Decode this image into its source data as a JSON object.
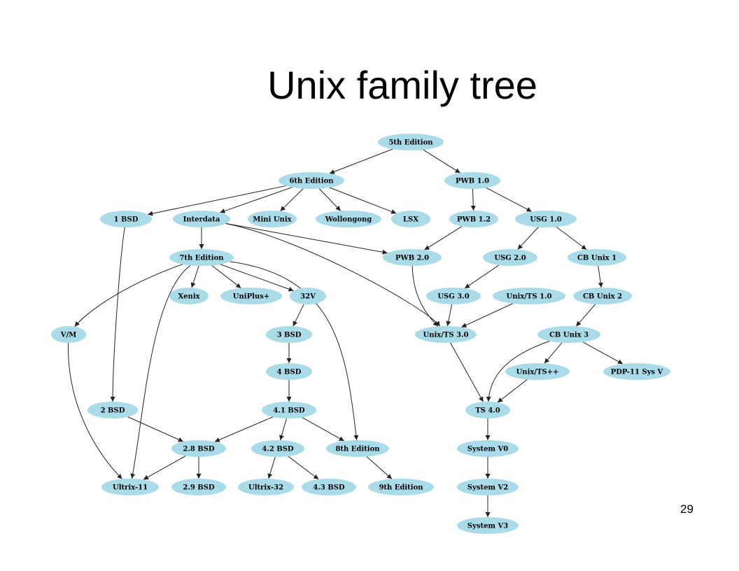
{
  "slide": {
    "title": "Unix family tree",
    "page_number": "29"
  },
  "colors": {
    "node_fill": "#a9dbe8",
    "edge": "#222222"
  },
  "nodes": [
    {
      "id": "ed5",
      "label": "5th Edition"
    },
    {
      "id": "ed6",
      "label": "6th Edition"
    },
    {
      "id": "pwb10",
      "label": "PWB 1.0"
    },
    {
      "id": "bsd1",
      "label": "1 BSD"
    },
    {
      "id": "interdata",
      "label": "Interdata"
    },
    {
      "id": "miniunix",
      "label": "Mini Unix"
    },
    {
      "id": "wollongong",
      "label": "Wollongong"
    },
    {
      "id": "lsx",
      "label": "LSX"
    },
    {
      "id": "pwb12",
      "label": "PWB 1.2"
    },
    {
      "id": "usg10",
      "label": "USG 1.0"
    },
    {
      "id": "ed7",
      "label": "7th Edition"
    },
    {
      "id": "pwb20",
      "label": "PWB 2.0"
    },
    {
      "id": "usg20",
      "label": "USG 2.0"
    },
    {
      "id": "cbunix1",
      "label": "CB Unix 1"
    },
    {
      "id": "xenix",
      "label": "Xenix"
    },
    {
      "id": "uniplus",
      "label": "UniPlus+"
    },
    {
      "id": "v32",
      "label": "32V"
    },
    {
      "id": "usg30",
      "label": "USG 3.0"
    },
    {
      "id": "unixts10",
      "label": "Unix/TS 1.0"
    },
    {
      "id": "cbunix2",
      "label": "CB Unix 2"
    },
    {
      "id": "vm",
      "label": "V/M"
    },
    {
      "id": "bsd3",
      "label": "3 BSD"
    },
    {
      "id": "unixts30",
      "label": "Unix/TS 3.0"
    },
    {
      "id": "cbunix3",
      "label": "CB Unix 3"
    },
    {
      "id": "bsd4",
      "label": "4 BSD"
    },
    {
      "id": "unixtspp",
      "label": "Unix/TS++"
    },
    {
      "id": "pdp11",
      "label": "PDP-11 Sys V"
    },
    {
      "id": "bsd2",
      "label": "2 BSD"
    },
    {
      "id": "bsd41",
      "label": "4.1 BSD"
    },
    {
      "id": "ts40",
      "label": "TS 4.0"
    },
    {
      "id": "bsd28",
      "label": "2.8 BSD"
    },
    {
      "id": "bsd42",
      "label": "4.2 BSD"
    },
    {
      "id": "ed8",
      "label": "8th Edition"
    },
    {
      "id": "sysv0",
      "label": "System V0"
    },
    {
      "id": "ultrix11",
      "label": "Ultrix-11"
    },
    {
      "id": "bsd29",
      "label": "2.9 BSD"
    },
    {
      "id": "ultrix32",
      "label": "Ultrix-32"
    },
    {
      "id": "bsd43",
      "label": "4.3 BSD"
    },
    {
      "id": "ed9",
      "label": "9th Edition"
    },
    {
      "id": "sysv2",
      "label": "System V2"
    },
    {
      "id": "sysv3",
      "label": "System V3"
    }
  ],
  "edges": [
    [
      "ed5",
      "ed6"
    ],
    [
      "ed5",
      "pwb10"
    ],
    [
      "ed6",
      "bsd1"
    ],
    [
      "ed6",
      "interdata"
    ],
    [
      "ed6",
      "miniunix"
    ],
    [
      "ed6",
      "wollongong"
    ],
    [
      "ed6",
      "lsx"
    ],
    [
      "pwb10",
      "pwb12"
    ],
    [
      "pwb10",
      "usg10"
    ],
    [
      "interdata",
      "ed7"
    ],
    [
      "interdata",
      "pwb20"
    ],
    [
      "interdata",
      "unixts30"
    ],
    [
      "pwb12",
      "pwb20"
    ],
    [
      "usg10",
      "usg20"
    ],
    [
      "usg10",
      "cbunix1"
    ],
    [
      "ed7",
      "xenix"
    ],
    [
      "ed7",
      "uniplus"
    ],
    [
      "ed7",
      "v32"
    ],
    [
      "ed7",
      "vm"
    ],
    [
      "ed7",
      "ultrix11"
    ],
    [
      "ed7",
      "ed8"
    ],
    [
      "pwb20",
      "unixts30"
    ],
    [
      "usg20",
      "usg30"
    ],
    [
      "cbunix1",
      "cbunix2"
    ],
    [
      "v32",
      "bsd3"
    ],
    [
      "usg30",
      "unixts30"
    ],
    [
      "unixts10",
      "unixts30"
    ],
    [
      "cbunix2",
      "cbunix3"
    ],
    [
      "bsd1",
      "bsd2"
    ],
    [
      "vm",
      "ultrix11"
    ],
    [
      "bsd3",
      "bsd4"
    ],
    [
      "unixts30",
      "ts40"
    ],
    [
      "cbunix3",
      "unixtspp"
    ],
    [
      "cbunix3",
      "pdp11"
    ],
    [
      "cbunix3",
      "ts40"
    ],
    [
      "bsd4",
      "bsd41"
    ],
    [
      "unixtspp",
      "ts40"
    ],
    [
      "bsd2",
      "bsd28"
    ],
    [
      "bsd41",
      "bsd28"
    ],
    [
      "bsd41",
      "bsd42"
    ],
    [
      "bsd41",
      "ed8"
    ],
    [
      "ts40",
      "sysv0"
    ],
    [
      "bsd28",
      "ultrix11"
    ],
    [
      "bsd28",
      "bsd29"
    ],
    [
      "bsd42",
      "ultrix32"
    ],
    [
      "bsd42",
      "bsd43"
    ],
    [
      "ed8",
      "ed9"
    ],
    [
      "sysv0",
      "sysv2"
    ],
    [
      "sysv2",
      "sysv3"
    ]
  ]
}
